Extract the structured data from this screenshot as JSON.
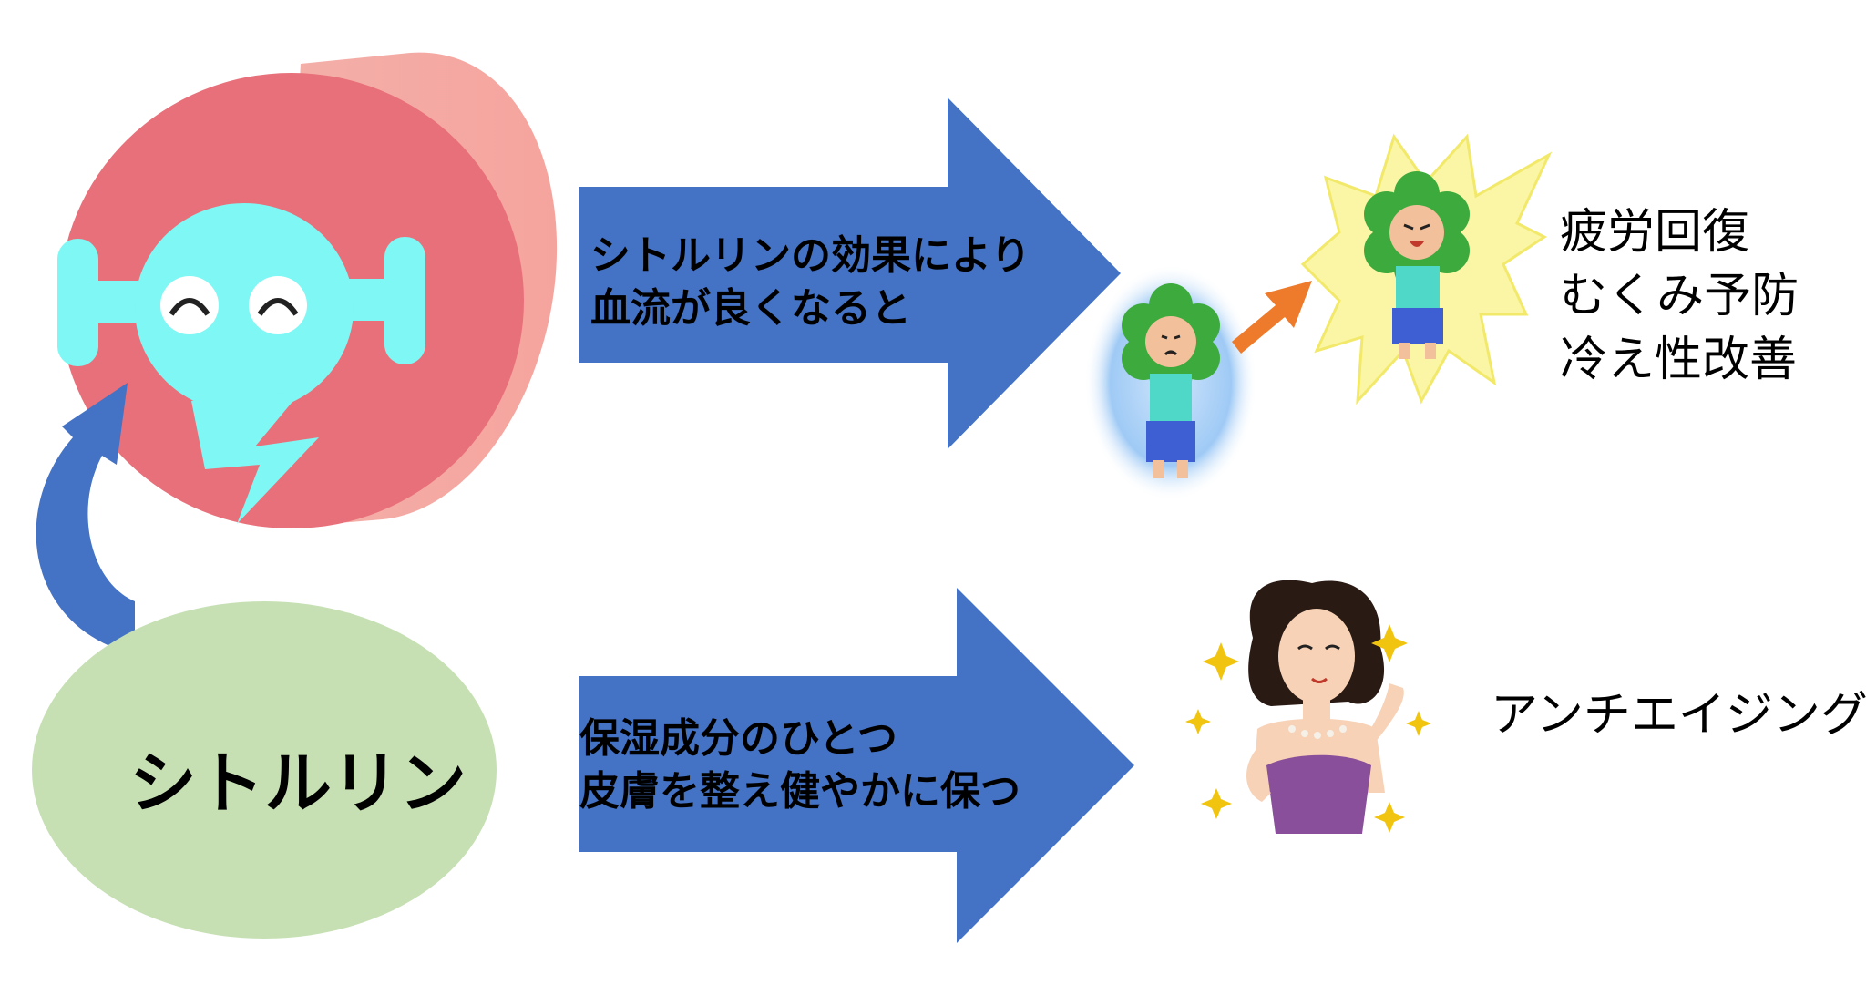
{
  "citrulline_label": "シトルリン",
  "arrow_top_text": [
    "シトルリンの効果により",
    "血流が良くなると"
  ],
  "arrow_bottom_text": [
    "保湿成分のひとつ",
    "皮膚を整え健やかに保つ"
  ],
  "benefits_top": [
    "疲労回復",
    "むくみ予防",
    "冷え性改善"
  ],
  "benefit_bottom": "アンチエイジング",
  "colors": {
    "vessel_outer": "#e8707a",
    "vessel_inner": "#f2a39c",
    "mascot": "#7ff7f4",
    "ellipse_green": "#c6e0b4",
    "arrow_blue": "#4472c4",
    "arrow_orange": "#ee7b2b",
    "burst_yellow": "#fbf6a6",
    "glow_blue": "#8ec4f4",
    "dress_purple": "#8a4f9a"
  },
  "icons": [
    "blood-vessel-icon",
    "mascot-face-icon",
    "curved-arrow-icon",
    "tired-character-icon",
    "energetic-character-icon",
    "woman-icon",
    "sparkle-icon"
  ]
}
